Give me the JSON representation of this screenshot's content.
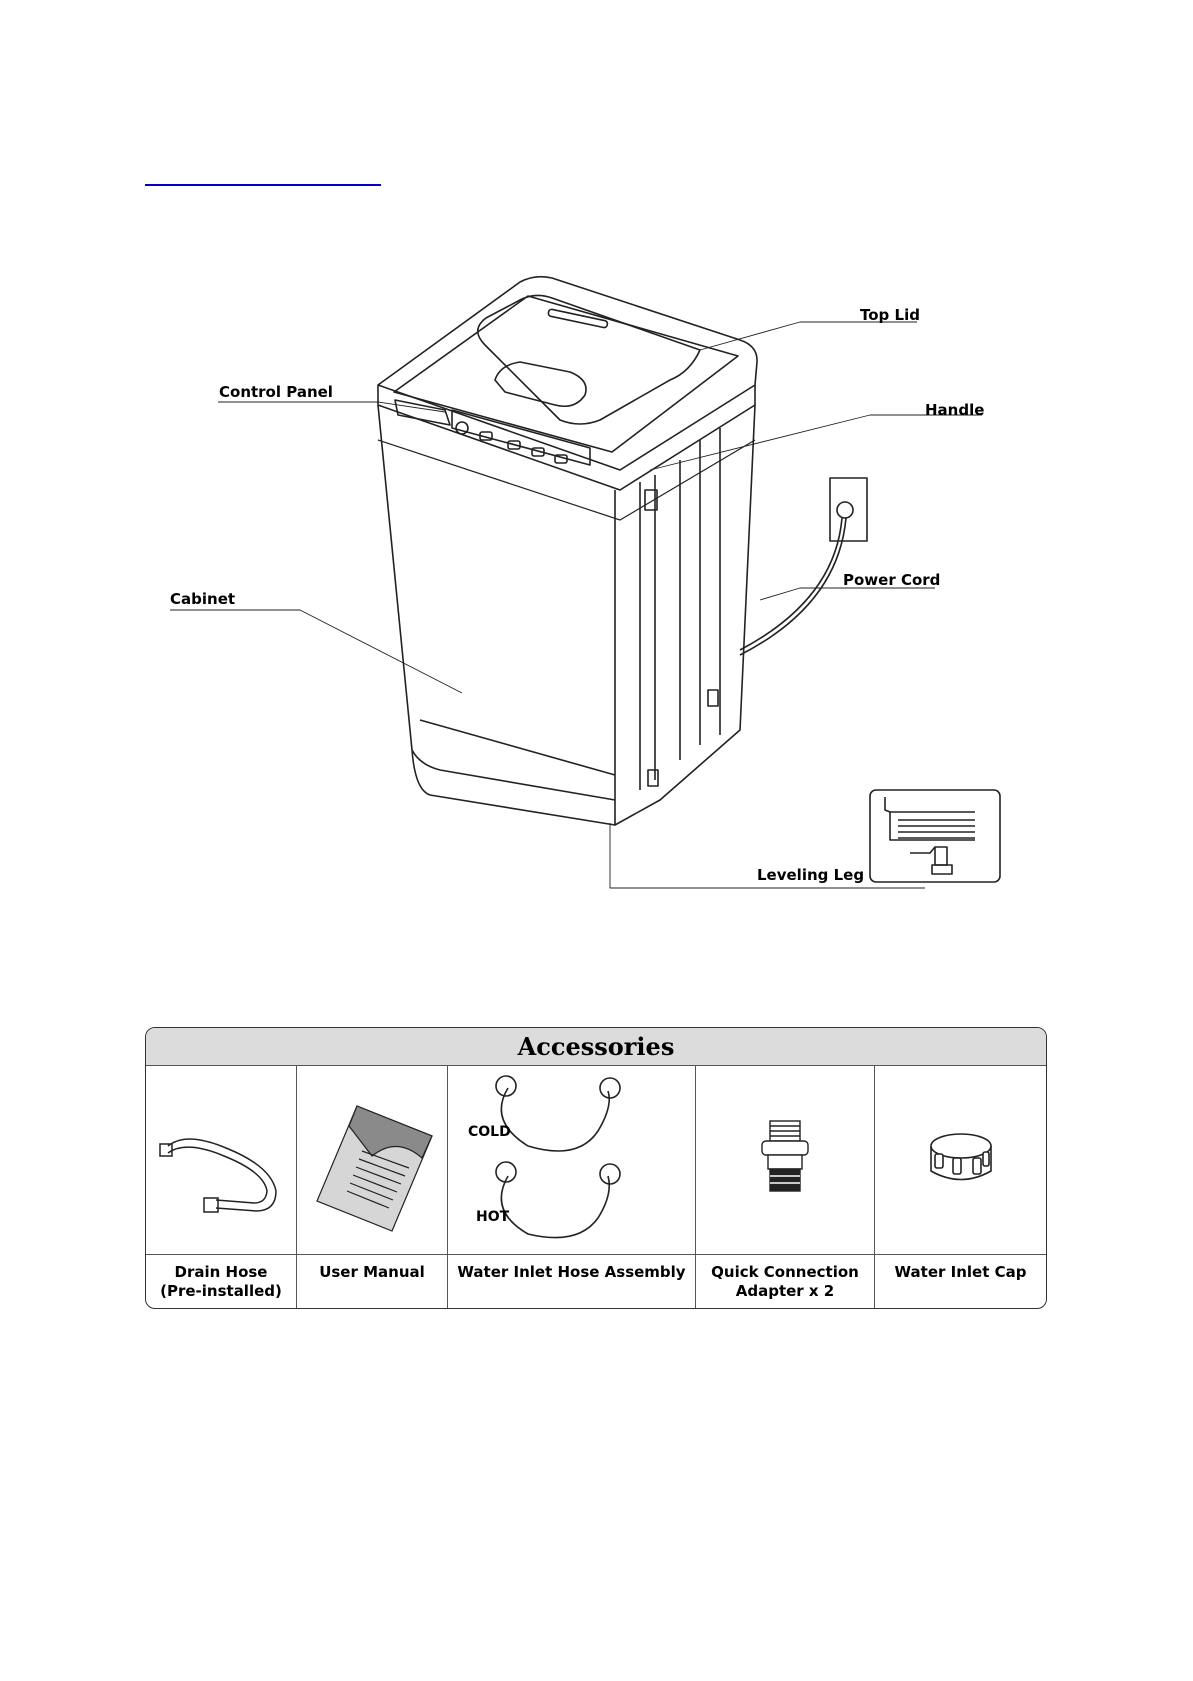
{
  "diagram": {
    "labels": {
      "top_lid": "Top Lid",
      "control_panel": "Control Panel",
      "handle": "Handle",
      "cabinet": "Cabinet",
      "power_cord": "Power Cord",
      "leveling_leg": "Leveling Leg"
    }
  },
  "accessories": {
    "title": "Accessories",
    "items": [
      {
        "caption": "Drain Hose\n(Pre-installed)",
        "icon": "drain-hose-icon"
      },
      {
        "caption": "User Manual",
        "icon": "user-manual-icon"
      },
      {
        "caption": "Water Inlet Hose Assembly",
        "icon": "inlet-hose-icon",
        "hose_labels": [
          "COLD",
          "HOT"
        ]
      },
      {
        "caption": "Quick Connection\nAdapter x 2",
        "icon": "adapter-icon"
      },
      {
        "caption": "Water Inlet Cap",
        "icon": "inlet-cap-icon"
      }
    ]
  },
  "colors": {
    "link_underline": "#0000cc",
    "header_bg": "#dcdcdc"
  }
}
